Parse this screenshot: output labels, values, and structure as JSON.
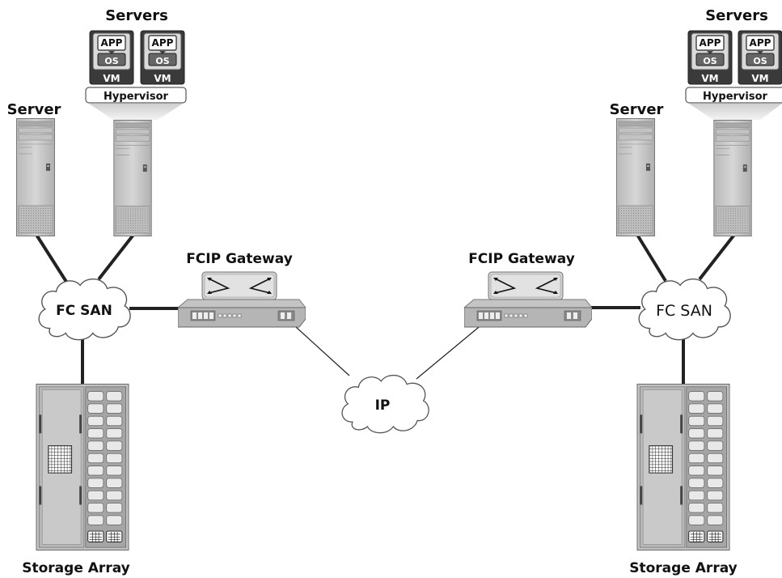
{
  "left": {
    "servers_label": "Servers",
    "server_label": "Server",
    "vm1": {
      "app": "APP",
      "os": "OS",
      "vm": "VM"
    },
    "vm2": {
      "app": "APP",
      "os": "OS",
      "vm": "VM"
    },
    "hypervisor_label": "Hypervisor",
    "san_label": "FC SAN",
    "gateway_label": "FCIP Gateway",
    "storage_label": "Storage Array"
  },
  "right": {
    "servers_label": "Servers",
    "server_label": "Server",
    "vm1": {
      "app": "APP",
      "os": "OS",
      "vm": "VM"
    },
    "vm2": {
      "app": "APP",
      "os": "OS",
      "vm": "VM"
    },
    "hypervisor_label": "Hypervisor",
    "san_label": "FC SAN",
    "gateway_label": "FCIP Gateway",
    "storage_label": "Storage Array"
  },
  "network": {
    "ip_label": "IP"
  },
  "colors": {
    "device_gray": "#c8c8c8",
    "dark_gray": "#555555",
    "vm_dark": "#3a3a3a",
    "line": "#222222"
  }
}
